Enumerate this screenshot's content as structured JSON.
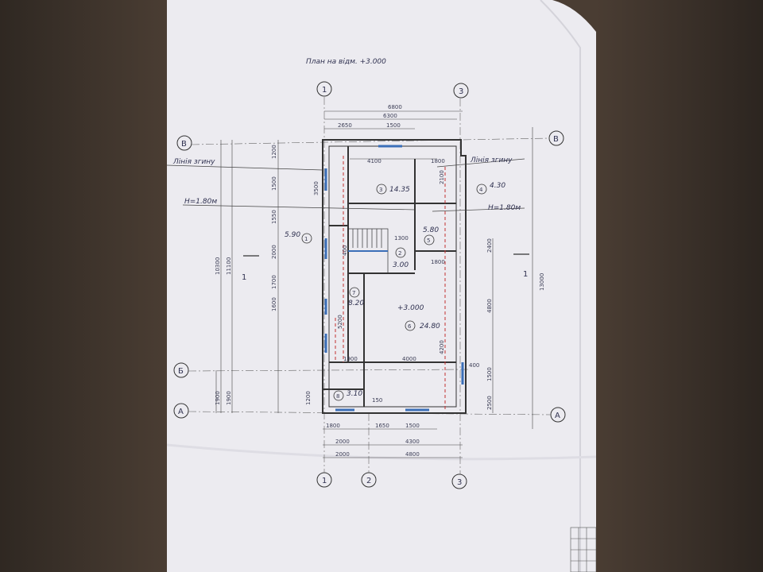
{
  "title": "План на відм. +3.000",
  "level_mark": "+3.000",
  "labels": {
    "break_line": "Лінія згину",
    "height_left": "H=1.80м",
    "height_right": "H=1.80м"
  },
  "axes": {
    "cols": [
      "1",
      "2",
      "3"
    ],
    "rows": [
      "В",
      "Б",
      "А"
    ]
  },
  "dims_top": [
    "6800",
    "6300",
    "2650",
    "1500",
    "4100",
    "1800"
  ],
  "dims_bottom": [
    "1800",
    "1650",
    "1500",
    "2000",
    "4300",
    "2000",
    "4800"
  ],
  "dims_left": [
    "1200",
    "1500",
    "3500",
    "1550",
    "2000",
    "1700",
    "1600",
    "1900",
    "11100",
    "10300",
    "1900"
  ],
  "dims_right": [
    "2400",
    "4800",
    "1500",
    "2500",
    "13000"
  ],
  "dims_inner": [
    "1300",
    "2100",
    "4200",
    "1900",
    "4000",
    "400",
    "1800",
    "5200",
    "150",
    "1200",
    "400"
  ],
  "rooms": [
    {
      "num": "1",
      "area": "5.90"
    },
    {
      "num": "2",
      "area": "3.00"
    },
    {
      "num": "3",
      "area": "14.35"
    },
    {
      "num": "4",
      "area": "4.30"
    },
    {
      "num": "5",
      "area": "5.80"
    },
    {
      "num": "6",
      "area": "24.80"
    },
    {
      "num": "7",
      "area": "8.20"
    },
    {
      "num": "8",
      "area": "3.10"
    }
  ],
  "section_marks": [
    "1",
    "1"
  ]
}
